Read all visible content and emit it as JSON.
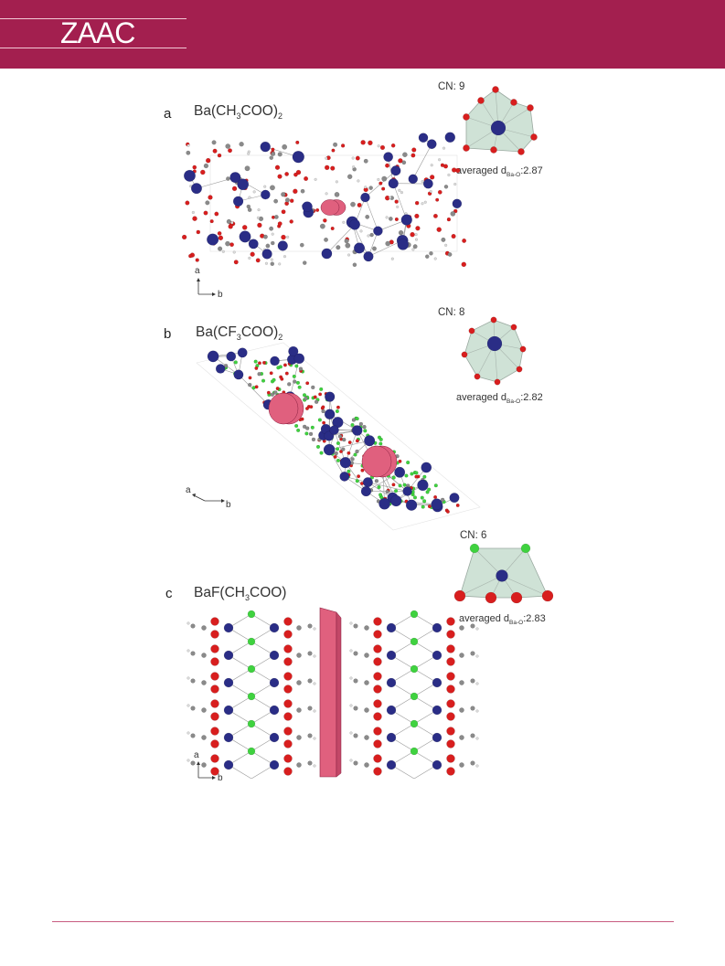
{
  "header": {
    "logo": "ZAAC"
  },
  "figure": {
    "panels": [
      {
        "label": "a",
        "formula_parts": [
          "Ba(CH",
          "3",
          "COO)",
          "2"
        ],
        "cn": "CN: 9",
        "avg_prefix": "averaged d",
        "avg_sub": "Ba-O",
        "avg_value": ":2.87",
        "axis_vertical": "a",
        "axis_horizontal": "b"
      },
      {
        "label": "b",
        "formula_parts": [
          "Ba(CF",
          "3",
          "COO)",
          "2"
        ],
        "cn": "CN: 8",
        "avg_prefix": "averaged d",
        "avg_sub": "Ba-O",
        "avg_value": ":2.82",
        "axis_vertical": "a",
        "axis_horizontal": "b"
      },
      {
        "label": "c",
        "formula_parts": [
          "BaF(CH",
          "3",
          "COO)",
          ""
        ],
        "cn": "CN: 6",
        "avg_prefix": "averaged d",
        "avg_sub": "Ba-O",
        "avg_value": ":2.83",
        "axis_vertical": "a",
        "axis_horizontal": "b"
      }
    ]
  },
  "colors": {
    "header": "#a31f4f",
    "barium": "#2a2d86",
    "oxygen": "#d81e1e",
    "carbon": "#8a8a8a",
    "hydrogen": "#dcdcdc",
    "fluorine": "#3fd23f",
    "channel": "#e0607e",
    "polyhedron": "#bfd8c8"
  }
}
